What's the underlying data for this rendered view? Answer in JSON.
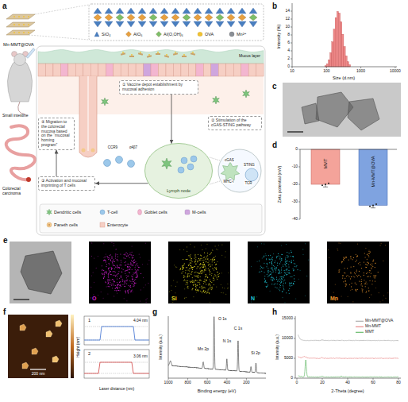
{
  "diagram": {
    "nodes": [
      {
        "text": [
          "① Vaccine depot establishment by mucosal adhesion"
        ]
      },
      {
        "text": [
          "② Stimulation of the cGAS-STING pathway"
        ]
      },
      {
        "text": [
          "③ Activation and mucosal imprinting of T cells"
        ]
      },
      {
        "text": [
          "④ Migration to the colorectal mucosa based on the “mucosal homing program”"
        ]
      },
      {
        "text": [
          "Lymph node"
        ]
      }
    ],
    "edges": [
      {
        "from": 0,
        "to": 4,
        "arrow": "to"
      },
      {
        "from": 4,
        "to": 2,
        "arrow": "to"
      },
      {
        "from": 2,
        "to": 3,
        "arrow": "to"
      }
    ],
    "labels": [
      "a",
      "Mn-MMT@OVA",
      "Mucus layer",
      "Small intestine",
      "Colorectal carcinoma",
      "cGAS",
      "STING",
      "MHC-I",
      "TCR",
      "CCR9",
      "α4β7",
      "b",
      "Intensity (%)",
      "0",
      "2",
      "4",
      "6",
      "8",
      "10",
      "12",
      "14",
      "10",
      "100",
      "1000",
      "10000",
      "Size (d.nm)",
      "c",
      "d",
      "Zeta potential (mV)",
      "0",
      "-10",
      "-20",
      "-30",
      "-40",
      "MMT",
      "Mn-MMT@OVA",
      "e",
      "O",
      "Si",
      "N",
      "Mn",
      "f",
      "200 nm",
      "1",
      "4.04 nm",
      "2",
      "3.06 nm",
      "Height (nm)",
      "Laser distance (nm)",
      "g",
      "Intensity (a.u.)",
      "O 1s",
      "Mn 2p",
      "N 1s",
      "C 1s",
      "Si 2p",
      "1000",
      "800",
      "600",
      "400",
      "200",
      "Binding energy (eV)",
      "h",
      "Intensity (a.u.)",
      "0",
      "5000",
      "10000",
      "15000",
      "0",
      "20",
      "40",
      "60",
      "80",
      "2-Theta (degree)"
    ],
    "legend": [
      {
        "text": "SiO₄"
      },
      {
        "text": "AlO₆"
      },
      {
        "text": "Al(O,OH)₆"
      },
      {
        "text": "OVA"
      },
      {
        "text": "Mn²⁺"
      },
      {
        "text": "Dendritic cells"
      },
      {
        "text": "T-cell"
      },
      {
        "text": "Goblet cells"
      },
      {
        "text": "M-cells"
      },
      {
        "text": "Paneth cells"
      },
      {
        "text": "Enterocyte"
      },
      {
        "text": "Mn-MMT@OVA"
      },
      {
        "text": "Mn-MMT"
      },
      {
        "text": "MMT"
      }
    ]
  }
}
